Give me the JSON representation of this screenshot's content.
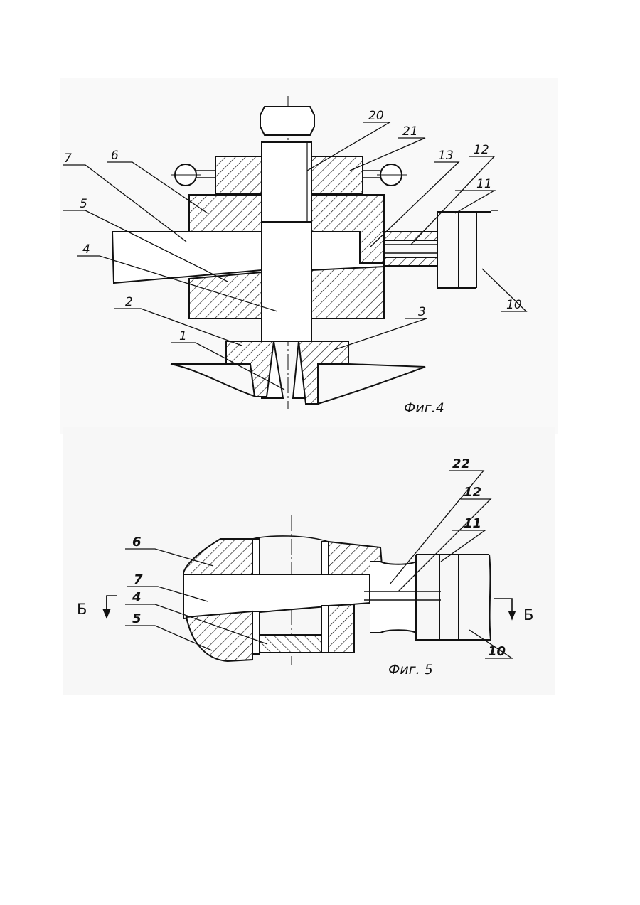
{
  "figure4": {
    "caption": "Фиг.4",
    "labels": [
      "1",
      "2",
      "3",
      "4",
      "5",
      "6",
      "7",
      "10",
      "11",
      "12",
      "13",
      "20",
      "21"
    ]
  },
  "figure5": {
    "caption": "Фиг. 5",
    "section_left": "Б",
    "section_right": "Б",
    "labels": [
      "4",
      "5",
      "6",
      "7",
      "10",
      "11",
      "12",
      "22"
    ]
  }
}
